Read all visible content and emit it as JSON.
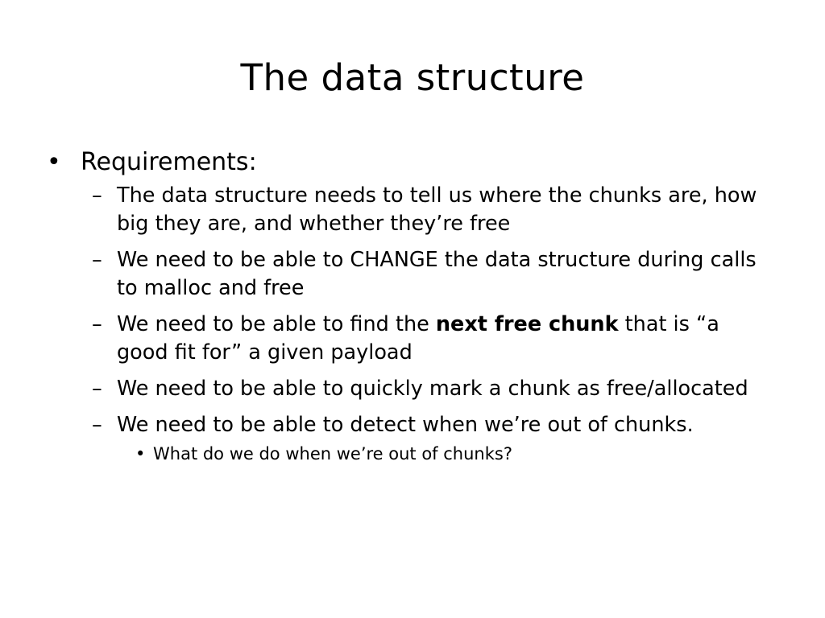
{
  "slide": {
    "title": "The data structure",
    "bullet": "Requirements:",
    "bullet_marker": "•",
    "dash_marker": "–",
    "sub_items": [
      {
        "text": "The data structure needs to tell us where the chunks are, how big they are, and whether they’re free"
      },
      {
        "text": "We need to be able to CHANGE the data structure during calls to malloc and free"
      },
      {
        "text_before": "We need to be able to find the ",
        "text_bold": "next free chunk",
        "text_after": " that is “a good fit for” a given payload"
      },
      {
        "text": "We need to be able to quickly mark a chunk as free/allocated"
      },
      {
        "text": "We need to be able to detect when we’re out of chunks."
      }
    ],
    "sub_sub_item": "What do we do when we’re out of chunks?"
  }
}
